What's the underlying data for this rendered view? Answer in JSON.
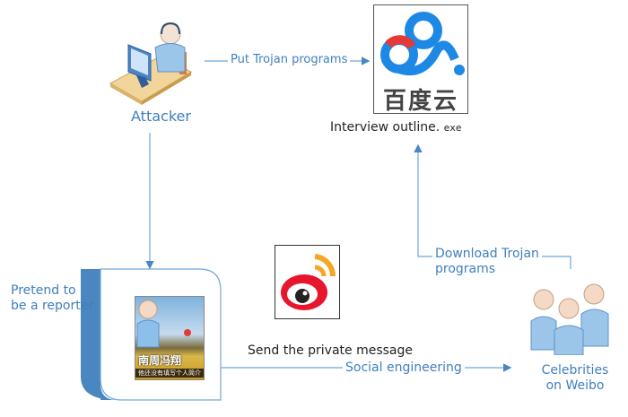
{
  "nodes": {
    "attacker": {
      "label": "Attacker"
    },
    "baidu": {
      "logo_text": "百度云",
      "caption_main": "Interview outline.",
      "caption_ext": "exe"
    },
    "reporter": {
      "label_line1": "Pretend to",
      "label_line2": "be a reporter",
      "profile_name": "南周冯翔",
      "profile_bio": "他还没有填写个人简介"
    },
    "weibo": {
      "caption": "Send the private message"
    },
    "celebrities": {
      "label_line1": "Celebrities",
      "label_line2": "on Weibo"
    }
  },
  "edges": {
    "put_trojan": "Put Trojan programs",
    "social_engineering": "Social engineering",
    "download_line1": "Download Trojan",
    "download_line2": "programs"
  },
  "colors": {
    "line": "#6fa6d8",
    "text_blue": "#3f7fbf",
    "frame_blue": "#4a86c0"
  }
}
